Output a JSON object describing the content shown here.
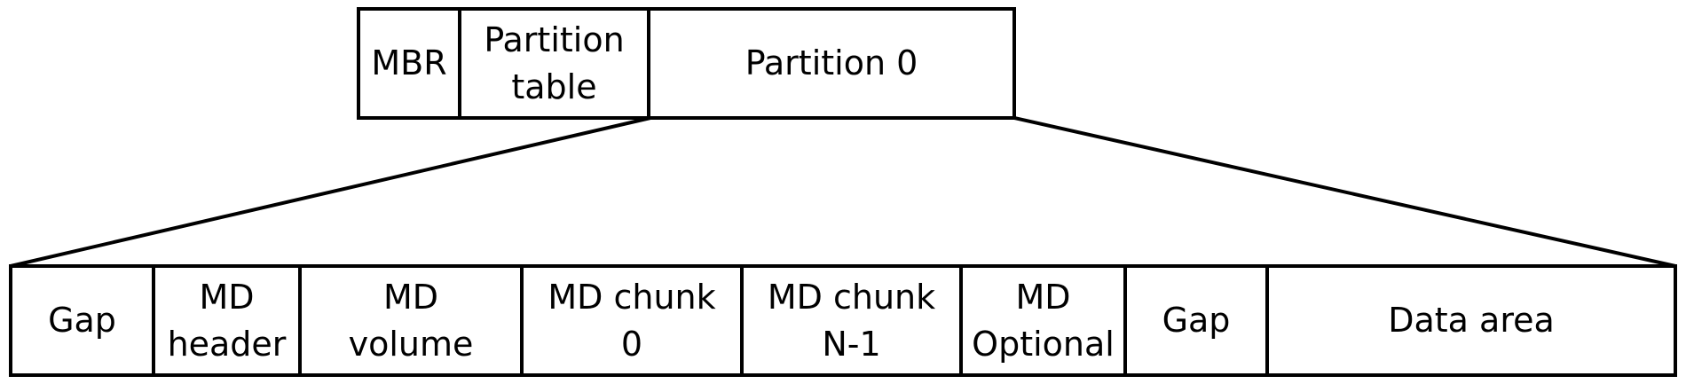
{
  "diagram": {
    "title": "disk-and-partition-layout",
    "background_color": "#ffffff",
    "line_color": "#000000",
    "top_row": {
      "cells": [
        {
          "label": "MBR"
        },
        {
          "label": "Partition\ntable"
        },
        {
          "label": "Partition 0"
        }
      ]
    },
    "bottom_row": {
      "cells": [
        {
          "label": "Gap"
        },
        {
          "label": "MD\nheader"
        },
        {
          "label": "MD\nvolume"
        },
        {
          "label": "MD chunk\n0"
        },
        {
          "label": "MD chunk\nN-1"
        },
        {
          "label": "MD\nOptional"
        },
        {
          "label": "Gap"
        },
        {
          "label": "Data area"
        }
      ]
    },
    "connectors": [
      {
        "name": "expansion-line-left",
        "from": "partition-0-bottom-left",
        "to": "detail-row-top-left"
      },
      {
        "name": "expansion-line-right",
        "from": "partition-0-bottom-right",
        "to": "detail-row-top-right"
      }
    ]
  }
}
